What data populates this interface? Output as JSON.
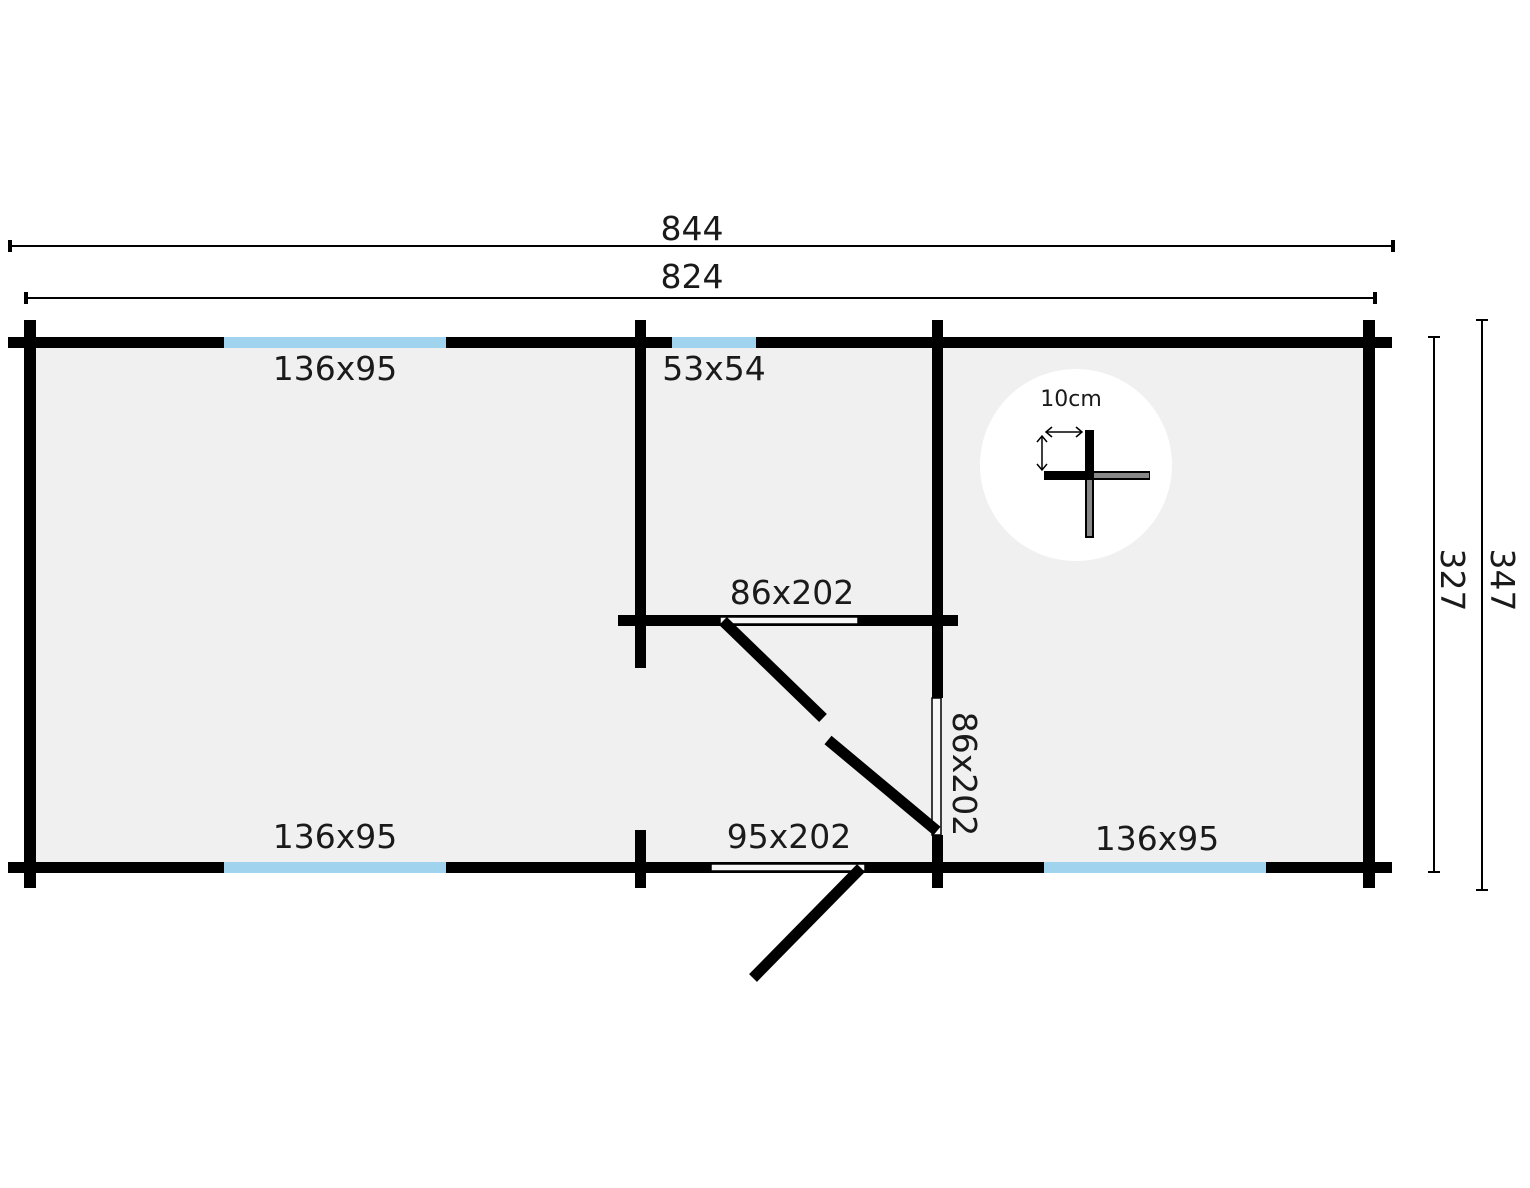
{
  "colors": {
    "wall": "#000000",
    "floor": "#f0f0f0",
    "window": "#9fd3ee",
    "door_frame": "#f7f7f7",
    "background": "#ffffff",
    "detail_circle": "#ffffff",
    "detail_gray": "#888888"
  },
  "dimensions": {
    "outer_width": "844",
    "inner_width": "824",
    "inner_depth": "327",
    "outer_depth": "347"
  },
  "openings": {
    "window_top_left": "136x95",
    "window_top_small": "53x54",
    "door_inner": "86x202",
    "door_side": "86x202",
    "door_front": "95x202",
    "window_bottom_left": "136x95",
    "window_bottom_right": "136x95"
  },
  "detail": {
    "wall_thickness": "10cm",
    "icon": "wall-corner-joint-icon"
  }
}
